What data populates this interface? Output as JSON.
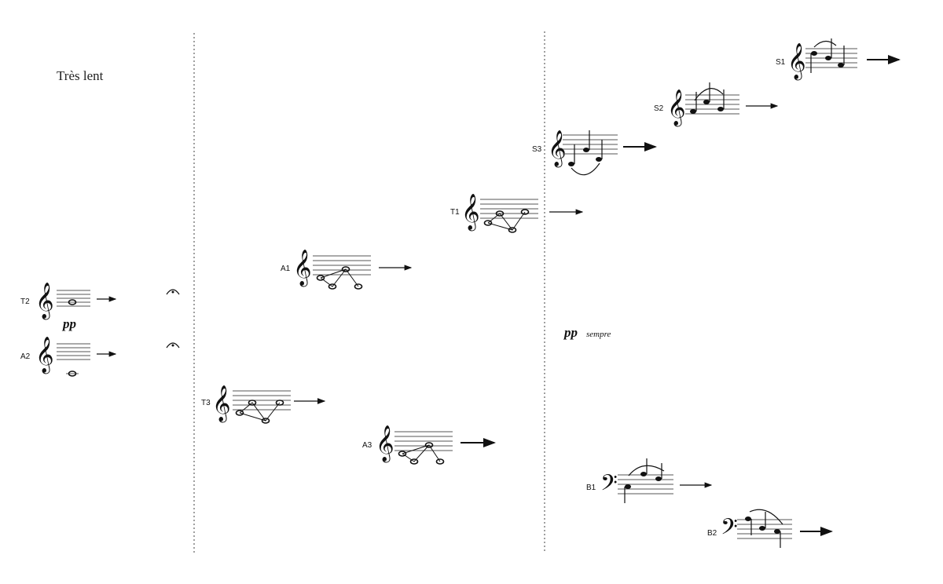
{
  "tempo": "Très lent",
  "dynamics": {
    "left": "pp",
    "right": "pp",
    "right_suffix": "sempre"
  },
  "voices": {
    "T2": "T2",
    "A2": "A2",
    "T3": "T3",
    "A1": "A1",
    "A3": "A3",
    "T1": "T1",
    "S3": "S3",
    "S2": "S2",
    "S1": "S1",
    "B1": "B1",
    "B2": "B2"
  },
  "icons": {
    "treble_clef": "treble-clef-icon",
    "bass_clef": "bass-clef-icon",
    "fermata": "fermata-icon",
    "arrow": "arrow-right-icon"
  },
  "colors": {
    "ink": "#111111",
    "divider": "#777777",
    "background": "#ffffff"
  }
}
